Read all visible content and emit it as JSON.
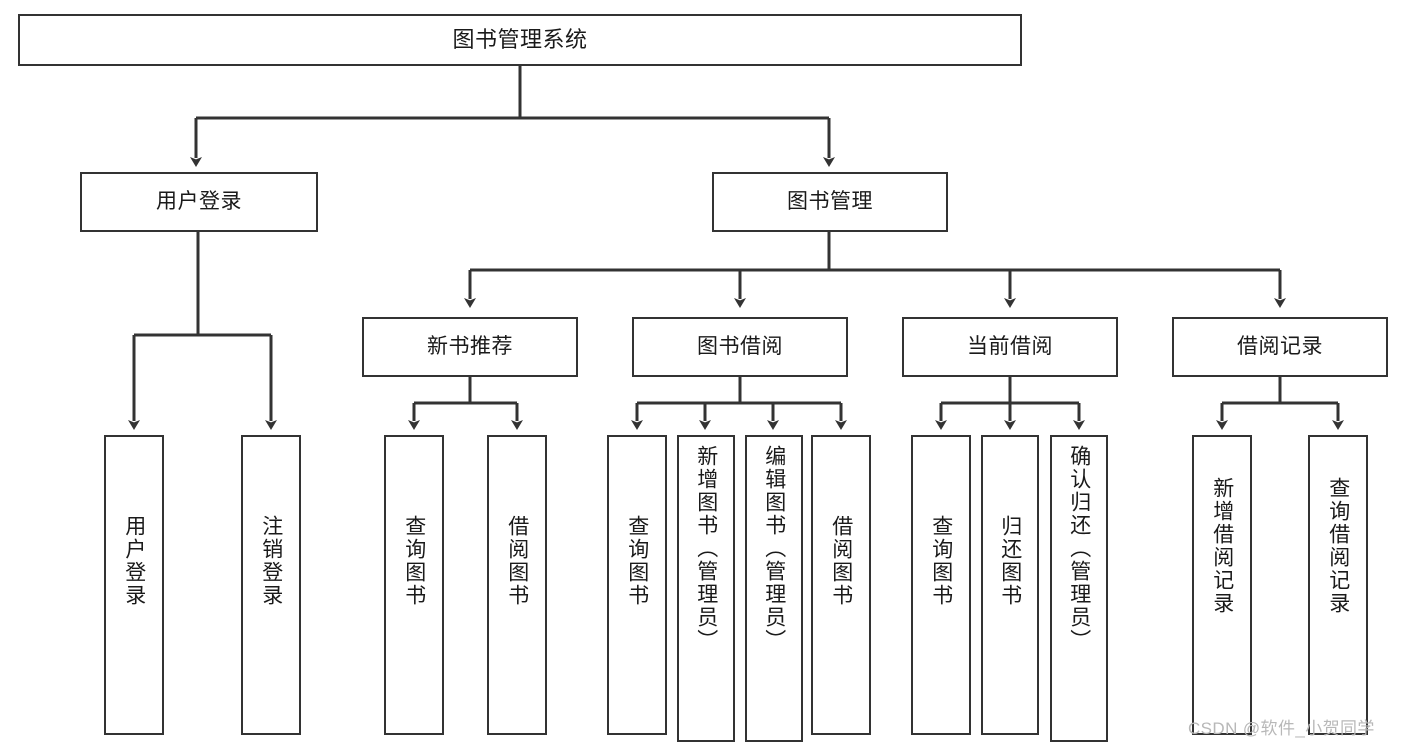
{
  "diagram": {
    "title": "图书管理系统",
    "type": "tree-hierarchy-diagram",
    "colors": {
      "box_border": "#333333",
      "box_fill": "#ffffff",
      "connector": "#333333",
      "text": "#1a1a1a",
      "watermark": "#b8b8b8",
      "background": "#ffffff"
    },
    "root": {
      "id": "root",
      "label": "图书管理系统"
    },
    "level2": [
      {
        "id": "user-login",
        "label": "用户登录"
      },
      {
        "id": "book-management",
        "label": "图书管理"
      }
    ],
    "level3": [
      {
        "id": "new-book-recommend",
        "label": "新书推荐"
      },
      {
        "id": "book-borrow",
        "label": "图书借阅"
      },
      {
        "id": "current-borrow",
        "label": "当前借阅"
      },
      {
        "id": "borrow-record",
        "label": "借阅记录"
      }
    ],
    "leaves": [
      {
        "id": "leaf-user-login",
        "label": "用户登录",
        "parent": "user-login"
      },
      {
        "id": "leaf-logout-login",
        "label": "注销登录",
        "parent": "user-login"
      },
      {
        "id": "leaf-query-book-1",
        "label": "查询图书",
        "parent": "new-book-recommend"
      },
      {
        "id": "leaf-borrow-book-1",
        "label": "借阅图书",
        "parent": "new-book-recommend"
      },
      {
        "id": "leaf-query-book-2",
        "label": "查询图书",
        "parent": "book-borrow"
      },
      {
        "id": "leaf-add-book-admin",
        "label": "新增图书（管理员）",
        "parent": "book-borrow"
      },
      {
        "id": "leaf-edit-book-admin",
        "label": "编辑图书（管理员）",
        "parent": "book-borrow"
      },
      {
        "id": "leaf-borrow-book-2",
        "label": "借阅图书",
        "parent": "book-borrow"
      },
      {
        "id": "leaf-query-book-3",
        "label": "查询图书",
        "parent": "current-borrow"
      },
      {
        "id": "leaf-return-book",
        "label": "归还图书",
        "parent": "current-borrow"
      },
      {
        "id": "leaf-confirm-return-admin",
        "label": "确认归还（管理员）",
        "parent": "current-borrow"
      },
      {
        "id": "leaf-add-borrow-record",
        "label": "新增借阅记录",
        "parent": "borrow-record"
      },
      {
        "id": "leaf-query-borrow-record",
        "label": "查询借阅记录",
        "parent": "borrow-record"
      }
    ]
  },
  "watermark": {
    "text": "CSDN @软件_小贺同学"
  }
}
